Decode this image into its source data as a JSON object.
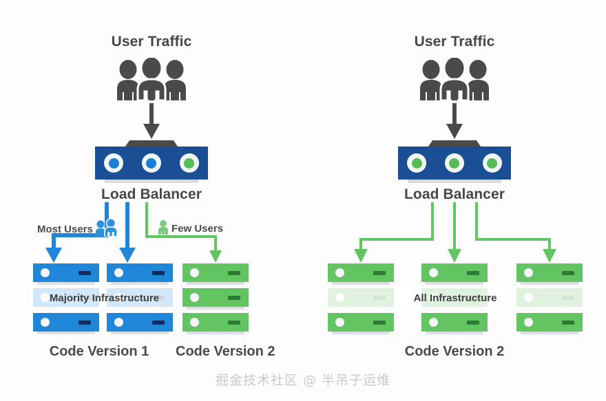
{
  "diagram": {
    "title_left_top": "User Traffic",
    "title_right_top": "User Traffic",
    "load_balancer_label_left": "Load Balancer",
    "load_balancer_label_right": "Load Balancer",
    "left": {
      "route_labels": [
        {
          "text": "Most Users",
          "icon": "two-people-icon",
          "color": "#1f86d8"
        },
        {
          "text": "Few Users",
          "icon": "one-person-icon",
          "color": "#63c462"
        }
      ],
      "infrastructure_band": "Majority Infrastructure",
      "captions": [
        {
          "text": "Code Version 1"
        },
        {
          "text": "Code Version 2"
        }
      ],
      "load_balancer_leds": [
        "blue",
        "blue",
        "green"
      ],
      "rack_columns": [
        {
          "color": "blue",
          "servers": 3
        },
        {
          "color": "blue",
          "servers": 3
        },
        {
          "color": "green",
          "servers": 3
        }
      ]
    },
    "right": {
      "infrastructure_band": "All Infrastructure",
      "captions": [
        {
          "text": "Code Version 2"
        }
      ],
      "load_balancer_leds": [
        "green",
        "green",
        "green"
      ],
      "rack_columns": [
        {
          "color": "green",
          "servers": 3
        },
        {
          "color": "green",
          "servers": 3
        },
        {
          "color": "green",
          "servers": 3
        }
      ]
    },
    "watermark": "掘金技术社区 @ 半吊子运维",
    "colors": {
      "blue_server": "#1f86d8",
      "green_server": "#63c462",
      "load_balancer_box": "#1a4f96",
      "people_gray": "#4a4a4a",
      "text_gray": "#4a4a4a",
      "blue_arrow": "#1f86d8",
      "green_arrow": "#63c462"
    }
  }
}
